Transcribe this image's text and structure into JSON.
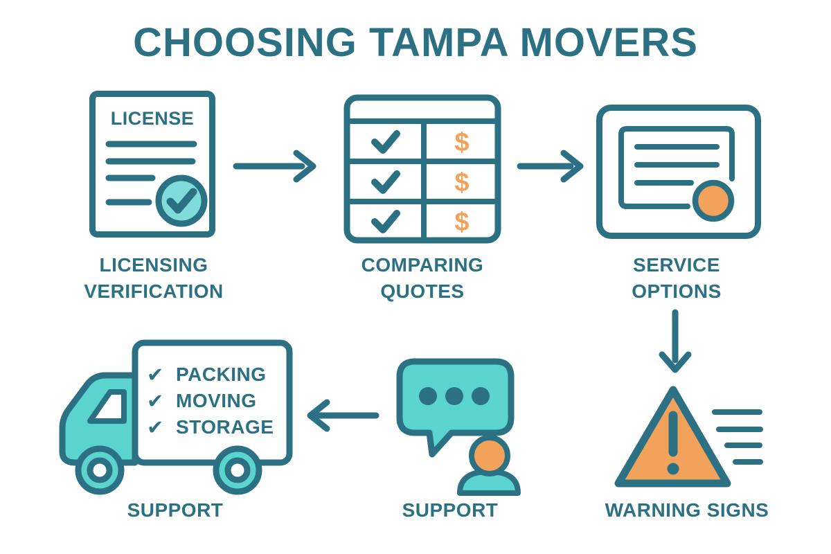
{
  "title": "CHOOSING TAMPA MOVERS",
  "colors": {
    "teal": "#2b7183",
    "turquoise": "#5bd3ce",
    "turquoise_light": "#7fdcd8",
    "orange": "#f2a25b",
    "background": "#ffffff"
  },
  "steps": [
    {
      "id": "licensing-verification",
      "icon": "license-document-icon",
      "document_title": "LICENSE",
      "label": [
        "LICENSING",
        "VERIFICATION"
      ]
    },
    {
      "id": "comparing-quotes",
      "icon": "comparison-table-icon",
      "row_count": 3,
      "check_symbol": "✔",
      "dollar_symbol": "$",
      "label": [
        "COMPARING",
        "QUOTES"
      ]
    },
    {
      "id": "service-options",
      "icon": "certificate-icon",
      "label": [
        "SERVICE",
        "OPTIONS"
      ]
    },
    {
      "id": "warning-signs",
      "icon": "warning-triangle-icon",
      "label": [
        "WARNING SIGNS"
      ]
    },
    {
      "id": "support-chat",
      "icon": "chat-support-agent-icon",
      "label": [
        "SUPPORT"
      ]
    },
    {
      "id": "support-truck",
      "icon": "moving-truck-icon",
      "check_symbol": "✔",
      "services": [
        "PACKING",
        "MOVING",
        "STORAGE"
      ],
      "label": [
        "SUPPORT"
      ]
    }
  ],
  "arrows": [
    {
      "name": "arrow-licensing-to-quotes",
      "direction": "right"
    },
    {
      "name": "arrow-quotes-to-service",
      "direction": "right"
    },
    {
      "name": "arrow-service-to-warning",
      "direction": "down"
    },
    {
      "name": "arrow-chat-to-truck",
      "direction": "left"
    }
  ]
}
